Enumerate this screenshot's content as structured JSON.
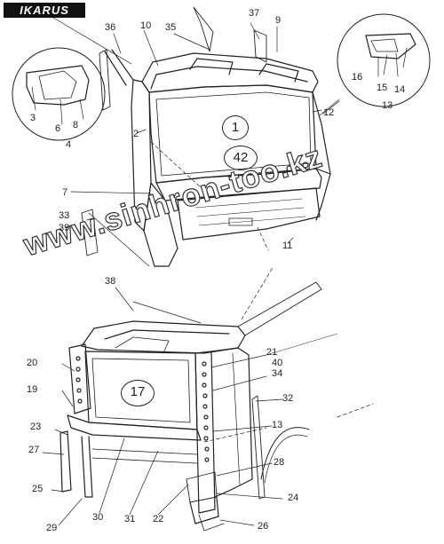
{
  "brand": {
    "logo_text": "IKARUS"
  },
  "watermark": {
    "text": "www.sinhron-too.kz"
  },
  "callouts": {
    "top": {
      "n1": "1",
      "n2": "2",
      "n3": "3",
      "n4": "4",
      "n6": "6",
      "n7": "7",
      "n8": "8",
      "n9": "9",
      "n10": "10",
      "n11": "11",
      "n12": "12",
      "n13": "13",
      "n14": "14",
      "n15": "15",
      "n16": "16",
      "n33": "33",
      "n35": "35",
      "n36": "36",
      "n37": "37",
      "n39": "39",
      "n42": "42"
    },
    "bottom": {
      "n13": "13",
      "n17": "17",
      "n19": "19",
      "n20": "20",
      "n21": "21",
      "n22": "22",
      "n23": "23",
      "n24": "24",
      "n25": "25",
      "n26": "26",
      "n27": "27",
      "n28": "28",
      "n29": "29",
      "n30": "30",
      "n31": "31",
      "n32": "32",
      "n34": "34",
      "n38": "38",
      "n40": "40"
    }
  }
}
